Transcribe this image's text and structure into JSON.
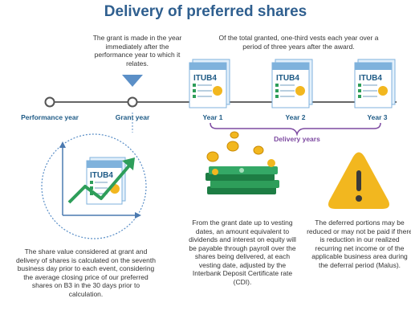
{
  "title": "Delivery of preferred shares",
  "grant_note": "The grant is made in the year immediately after the performance year to which it relates.",
  "vesting_note": "Of the total granted, one-third vests each year over a period of three years after the award.",
  "timeline": {
    "performance_year": "Performance year",
    "grant_year": "Grant year",
    "year1": "Year 1",
    "year2": "Year 2",
    "year3": "Year 3",
    "delivery_years": "Delivery years"
  },
  "certificate_code": "ITUB4",
  "share_value_note": "The share value considered at grant and delivery of shares is calculated on the seventh business day prior to each event, considering the average closing price of our preferred shares on B3 in the 30 days prior to calculation.",
  "dividend_note": "From the grant date up to vesting dates, an amount equivalent to dividends and interest on equity will be payable through payroll over the shares being delivered, at each vesting date, adjusted by the Interbank Deposit Certificate rate (CDI).",
  "malus_note": "The deferred portions may be reduced or may not be paid if there is reduction in our realized recurring net income or of the applicable business area during the deferral period (Malus).",
  "colors": {
    "title": "#2f5f8f",
    "timeline": "#666666",
    "brand_green": "#2e9e5a",
    "warning": "#f2b71f",
    "arrow": "#5b8fc7"
  }
}
